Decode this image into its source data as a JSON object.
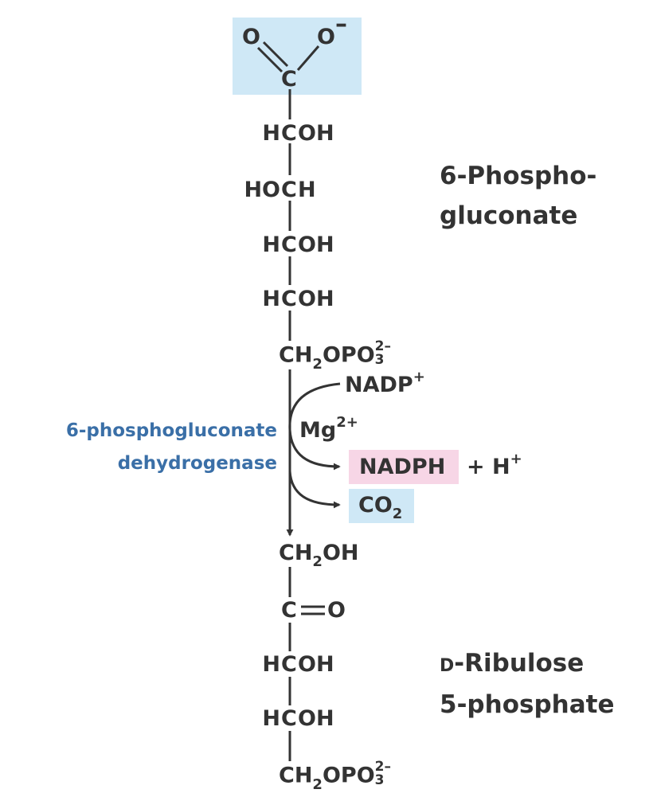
{
  "colors": {
    "text": "#333333",
    "enzyme": "#3a6fa7",
    "carboxyl_highlight": "#cfe8f6",
    "nadph_highlight": "#f7d6e6",
    "co2_highlight": "#cfe8f6"
  },
  "substrate": {
    "name_line1": "6-Phospho-",
    "name_line2": "gluconate",
    "carboxyl": {
      "o_left": "O",
      "o_right": "O",
      "charge": "–",
      "carbon": "C"
    },
    "groups": [
      {
        "left": "H",
        "center": "C",
        "right": "OH"
      },
      {
        "left": "HO",
        "center": "C",
        "right": "H"
      },
      {
        "left": "H",
        "center": "C",
        "right": "OH"
      },
      {
        "left": "H",
        "center": "C",
        "right": "OH"
      }
    ],
    "phosphate": {
      "ch": "CH",
      "ch_sub": "2",
      "opo": "OPO",
      "sub": "3",
      "sup": "2–"
    }
  },
  "reaction": {
    "enzyme_line1": "6-phosphogluconate",
    "enzyme_line2": "dehydrogenase",
    "cofactor_in": {
      "base": "NADP",
      "sup": "+"
    },
    "metal": {
      "base": "Mg",
      "sup": "2+"
    },
    "product_nadph": "NADPH",
    "plus_h": {
      "base": "+ H",
      "sup": "+"
    },
    "co2": {
      "base": "CO",
      "sub": "2"
    }
  },
  "product": {
    "name_line1": "D-Ribulose",
    "name_line2": "5-phosphate",
    "name_prefix_small": "D",
    "name_rest": "-Ribulose",
    "top": {
      "ch": "CH",
      "sub": "2",
      "oh": "OH"
    },
    "keto": {
      "c": "C",
      "o": "O"
    },
    "groups": [
      {
        "left": "H",
        "center": "C",
        "right": "OH"
      },
      {
        "left": "H",
        "center": "C",
        "right": "OH"
      }
    ],
    "phosphate": {
      "ch": "CH",
      "ch_sub": "2",
      "opo": "OPO",
      "sub": "3",
      "sup": "2–"
    }
  }
}
